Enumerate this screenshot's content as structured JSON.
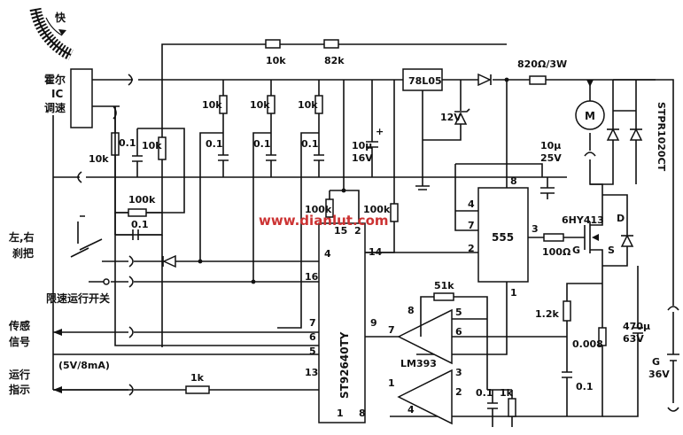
{
  "labels": {
    "fast": "快",
    "hall_l1": "霍尔",
    "hall_l2": "IC",
    "hall_l3": "调速",
    "lr_l1": "左,右",
    "lr_l2": "刹把",
    "speed_limit_switch": "限速运行开关",
    "sensor_l1": "传感",
    "sensor_l2": "信号",
    "run_l1": "运行",
    "run_l2": "指示",
    "run_spec": "(5V/8mA)",
    "watermark": "www.dianlut.com"
  },
  "components": {
    "r_10k_top": "10k",
    "r_82k_top": "82k",
    "r_820": "820Ω/3W",
    "reg_78l05": "78L05",
    "zener_12v": "12V",
    "r_10k_a": "10k",
    "r_10k_b": "10k",
    "r_10k_c": "10k",
    "r_10k_d": "10k",
    "r_10k_e": "10k",
    "c_01_a": "0.1",
    "c_01_b": "0.1",
    "c_01_c": "0.1",
    "c_01_d": "0.1",
    "c_01_e": "0.1",
    "c_10u_16v_1": "10μ",
    "c_10u_16v_2": "16V",
    "c_10u_25v_1": "10μ",
    "c_10u_25v_2": "25V",
    "r_100k_a": "100k",
    "r_100k_b": "100k",
    "r_100k_c": "100k",
    "r_51k": "51k",
    "r_1k": "1k",
    "r_1k_b": "1k",
    "r_1_2k": "1.2k",
    "r_100": "100Ω",
    "r_0008": "0.008",
    "c_01_f": "0.1",
    "c_01_g": "0.1",
    "c_470_1": "470μ",
    "c_470_2": "63V",
    "batt_1": "G",
    "batt_2": "36V",
    "ic_main": "ST92640TY",
    "ic_555": "555",
    "ic_lm393": "LM393",
    "mosfet": "6HY413",
    "diode_stp": "STPR1020CT",
    "motor": "M",
    "gate_g": "G",
    "drain_d": "D",
    "source_s": "S"
  },
  "pins": {
    "p4": "4",
    "p16": "16",
    "p7": "7",
    "p6": "6",
    "p5": "5",
    "p13": "13",
    "p15": "15",
    "p2": "2",
    "p14": "14",
    "p9": "9",
    "p1": "1",
    "p8": "8",
    "t4": "4",
    "t7": "7",
    "t2": "2",
    "t8": "8",
    "t3": "3",
    "t1": "1",
    "c8": "8",
    "c7": "7",
    "c5": "5",
    "c6": "6",
    "c1": "1",
    "c3": "3",
    "c2": "2",
    "c4": "4"
  }
}
